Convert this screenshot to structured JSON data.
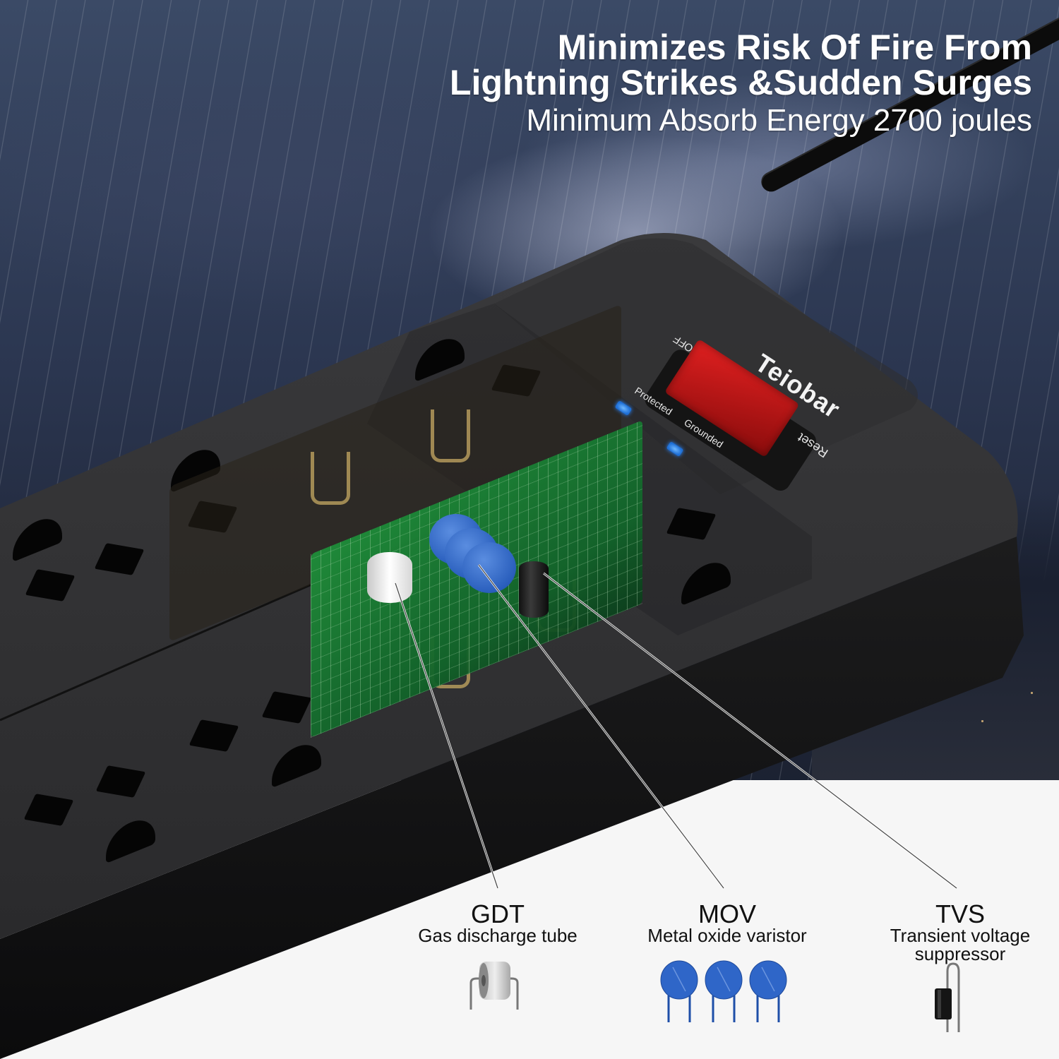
{
  "headline": {
    "line1": "Minimizes Risk Of Fire From",
    "line2": "Lightning Strikes &Sudden Surges",
    "subline": "Minimum Absorb Energy 2700 joules"
  },
  "device": {
    "brand": "Teiobar",
    "switch_labels": {
      "off": "OFF",
      "reset": "Reset"
    },
    "indicators": [
      {
        "label": "Protected",
        "color": "#2a86ff"
      },
      {
        "label": "Grounded",
        "color": "#2a86ff"
      }
    ],
    "switch_color": "#d01818",
    "body_color": "#2e2e30"
  },
  "components": [
    {
      "abbr": "GDT",
      "name": "Gas discharge tube",
      "icon": "gas-discharge-tube-icon"
    },
    {
      "abbr": "MOV",
      "name": "Metal oxide varistor",
      "icon": "varistor-icon",
      "color": "#2a5fbd"
    },
    {
      "abbr": "TVS",
      "name_line1": "Transient voltage",
      "name_line2": "suppressor",
      "icon": "tvs-diode-icon"
    }
  ],
  "colors": {
    "pcb": "#1f8f3a",
    "background_band": "#f6f6f6",
    "text_light": "#ffffff",
    "text_dark": "#111111"
  }
}
